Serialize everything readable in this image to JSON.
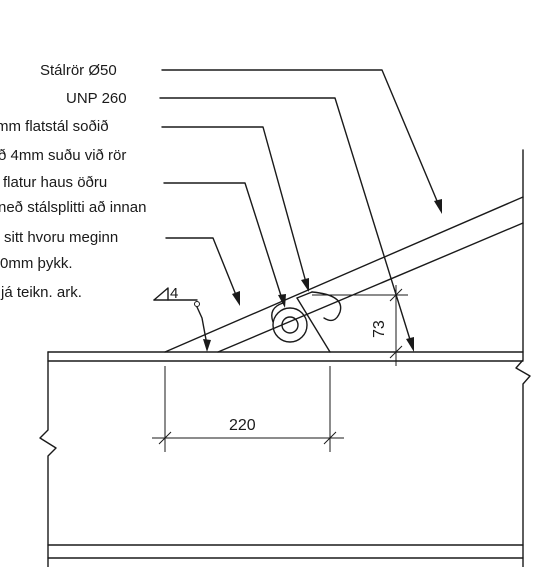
{
  "labels": {
    "pipe": "Stálrör Ø50",
    "channel": "UNP 260",
    "flatbar_1": "mm flatstál soðið",
    "flatbar_2": "ð 4mm suðu við rör",
    "head_1": "flatur haus öðru",
    "head_2": "neð stálsplitti að innan",
    "plate_1": "sitt hvoru meginn",
    "plate_2": "0mm þykk.",
    "plate_3": "já teikn. ark."
  },
  "weld": {
    "size": "4"
  },
  "dimensions": {
    "horizontal": "220",
    "vertical": "73"
  },
  "colors": {
    "ink": "#1a1a1a",
    "paper": "#ffffff"
  }
}
